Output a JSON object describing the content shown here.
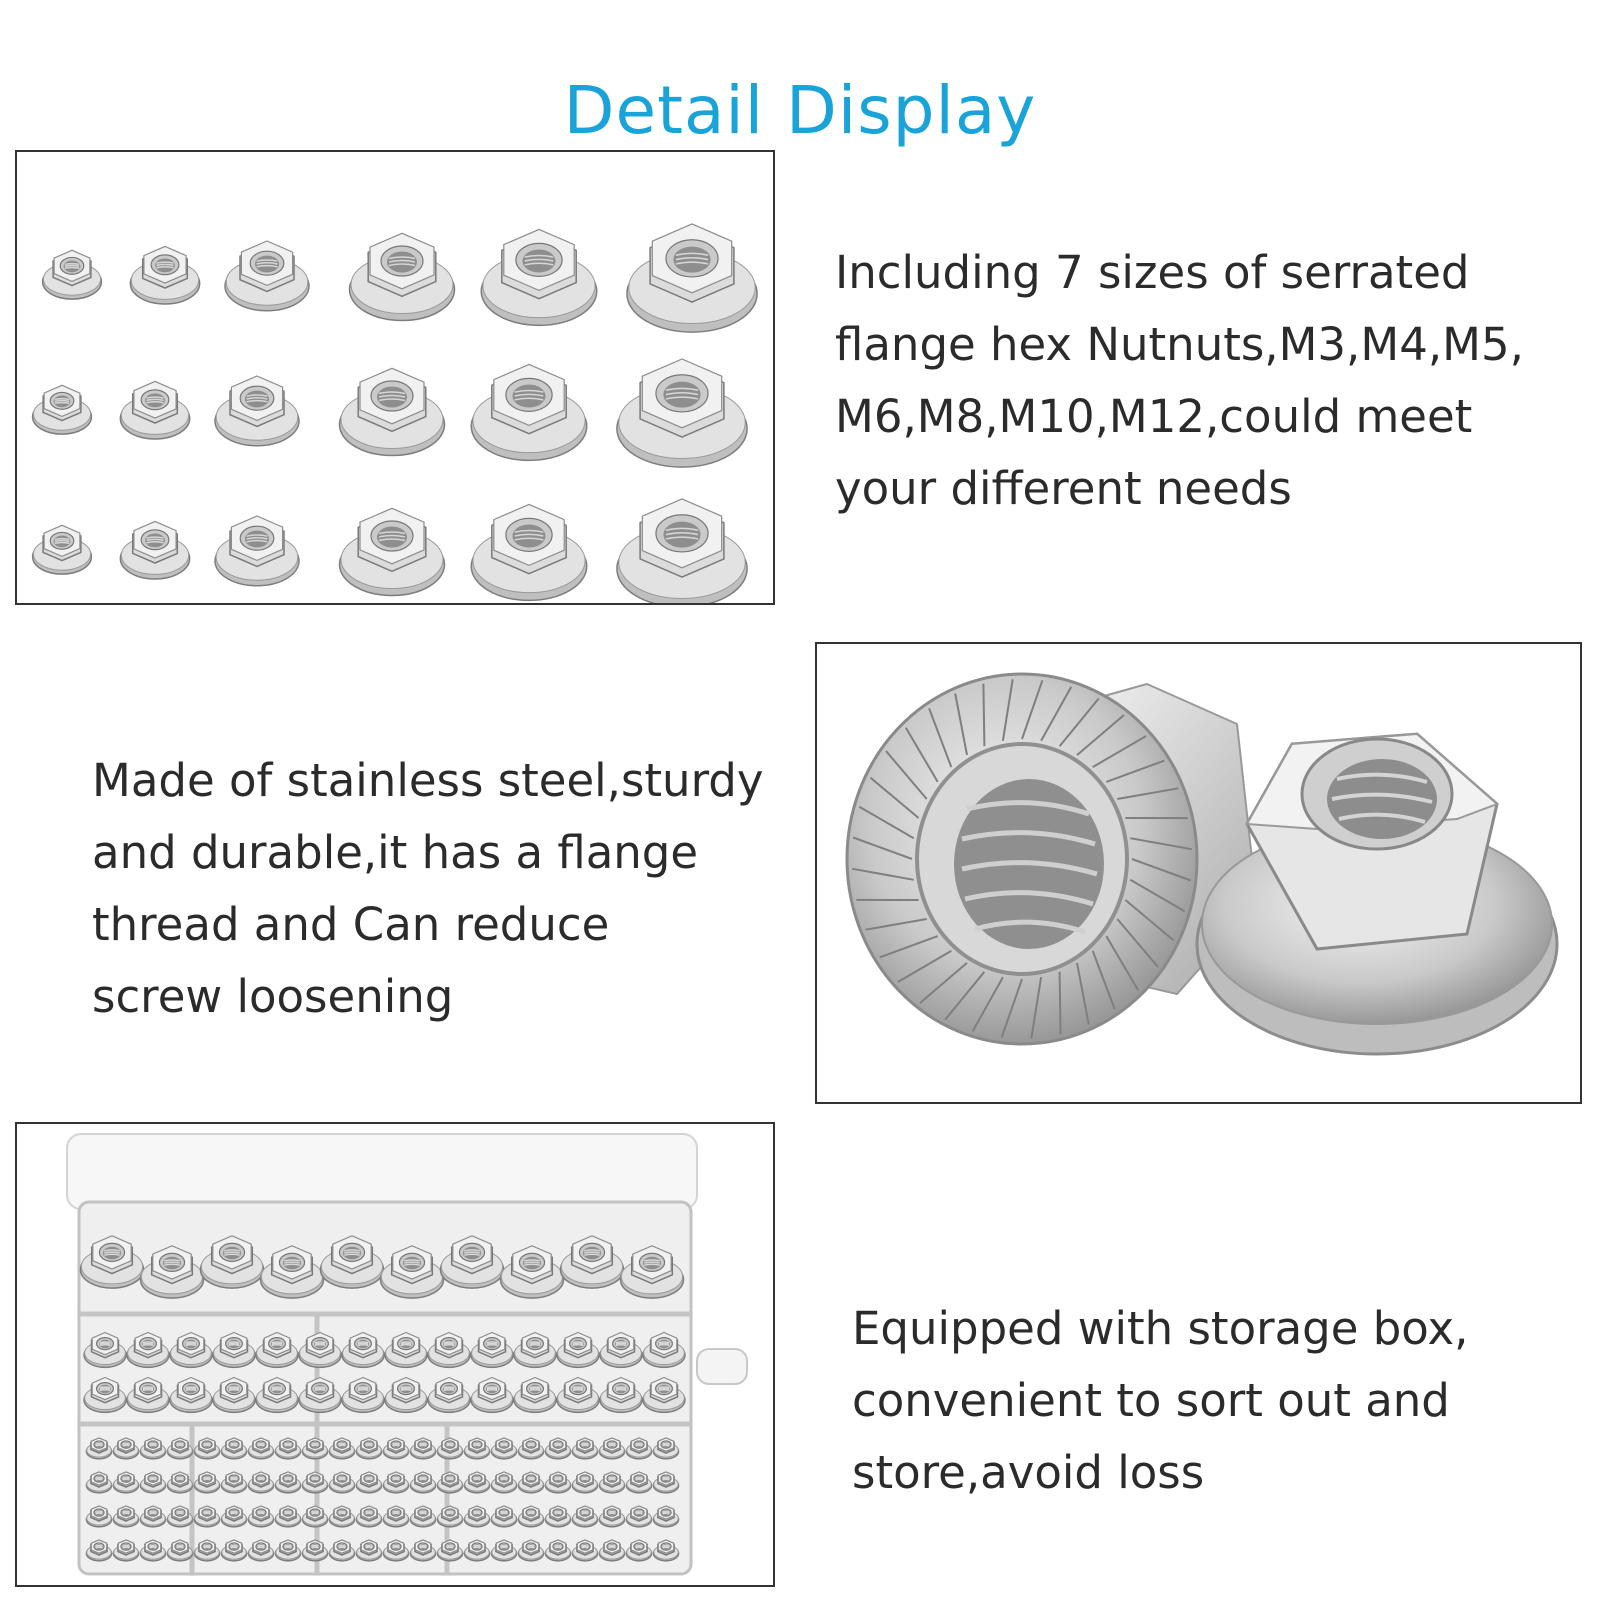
{
  "header": {
    "title": "Detail Display",
    "title_color": "#1aa3d8"
  },
  "sections": [
    {
      "lines": [
        "Including 7 sizes of serrated",
        "flange hex Nutnuts,M3,M4,M5,",
        "M6,M8,M10,M12,could meet",
        "your different needs"
      ]
    },
    {
      "lines": [
        "Made of stainless steel,sturdy",
        "and durable,it has a flange",
        "thread and Can reduce",
        "screw loosening"
      ]
    },
    {
      "lines": [
        "Equipped with storage box,",
        "convenient to sort out and",
        "store,avoid loss"
      ]
    }
  ],
  "images": {
    "size_grid": {
      "icon": "flange-nut-size-grid-photo"
    },
    "closeup": {
      "icon": "flange-nut-closeup-photo"
    },
    "storage_box": {
      "icon": "storage-box-photo"
    }
  }
}
